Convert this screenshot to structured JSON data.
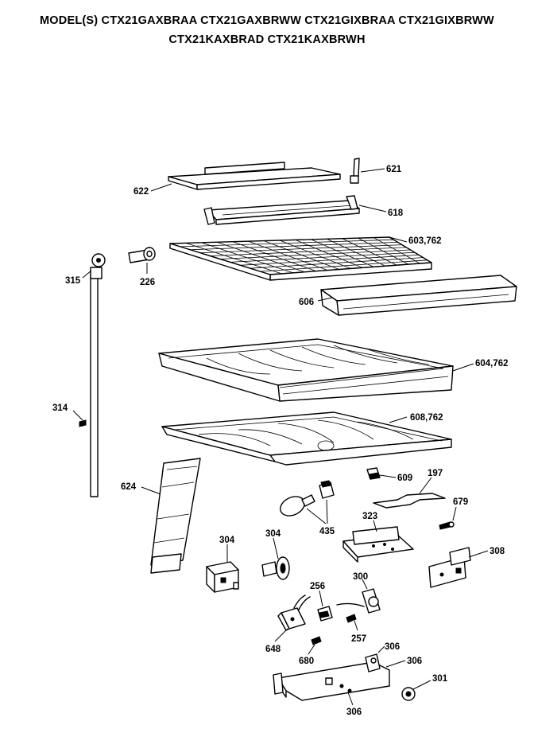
{
  "header": {
    "line1": "MODEL(S) CTX21GAXBRAA  CTX21GAXBRWW  CTX21GIXBRAA  CTX21GIXBRWW",
    "line2": "CTX21KAXBRAD  CTX21KAXBRWH"
  },
  "parts": [
    {
      "key": "p621",
      "label": "621"
    },
    {
      "key": "p622",
      "label": "622"
    },
    {
      "key": "p618",
      "label": "618"
    },
    {
      "key": "p603",
      "label": "603,762"
    },
    {
      "key": "p315",
      "label": "315"
    },
    {
      "key": "p226",
      "label": "226"
    },
    {
      "key": "p606",
      "label": "606"
    },
    {
      "key": "p604",
      "label": "604,762"
    },
    {
      "key": "p314",
      "label": "314"
    },
    {
      "key": "p608",
      "label": "608,762"
    },
    {
      "key": "p609",
      "label": "609"
    },
    {
      "key": "p197",
      "label": "197"
    },
    {
      "key": "p624",
      "label": "624"
    },
    {
      "key": "p679",
      "label": "679"
    },
    {
      "key": "p435",
      "label": "435"
    },
    {
      "key": "p323",
      "label": "323"
    },
    {
      "key": "p304a",
      "label": "304"
    },
    {
      "key": "p304b",
      "label": "304"
    },
    {
      "key": "p308",
      "label": "308"
    },
    {
      "key": "p300",
      "label": "300"
    },
    {
      "key": "p256",
      "label": "256"
    },
    {
      "key": "p257",
      "label": "257"
    },
    {
      "key": "p648",
      "label": "648"
    },
    {
      "key": "p680",
      "label": "680"
    },
    {
      "key": "p306a",
      "label": "306"
    },
    {
      "key": "p306b",
      "label": "306"
    },
    {
      "key": "p301",
      "label": "301"
    },
    {
      "key": "p306c",
      "label": "306"
    }
  ]
}
